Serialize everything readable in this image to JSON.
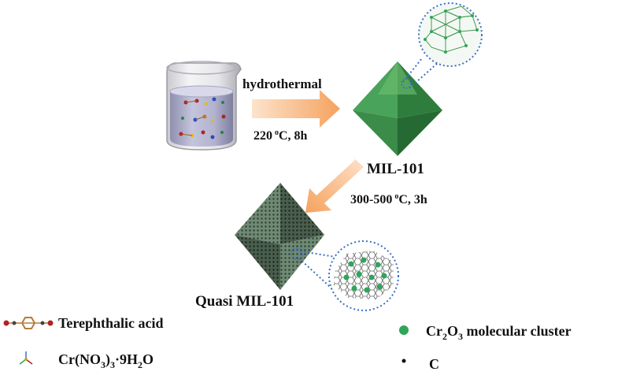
{
  "step1": {
    "top_label": "hydrothermal",
    "temp": "220",
    "temp_sup": "o",
    "temp_rest": "C, 8h"
  },
  "product1": {
    "label": "MIL-101"
  },
  "step2": {
    "temp": "300-500",
    "temp_sup": "o",
    "temp_rest": "C, 3h"
  },
  "product2": {
    "label": "Quasi MIL-101"
  },
  "legend": {
    "terephthalic": "Terephthalic acid",
    "cr_salt": {
      "a": "Cr(NO",
      "s1": "3",
      "b": ")",
      "s2": "3",
      "c": "·9H",
      "s3": "2",
      "d": "O"
    },
    "cluster": {
      "a": "Cr",
      "s1": "2",
      "b": "O",
      "s2": "3",
      "c": " molecular cluster"
    },
    "carbon": "C"
  },
  "colors": {
    "arrow": "#f5b07a",
    "zoom_dots": "#3d6fc4",
    "cluster_green": "#2fa55a",
    "octa_green": "#3f9a4e"
  }
}
